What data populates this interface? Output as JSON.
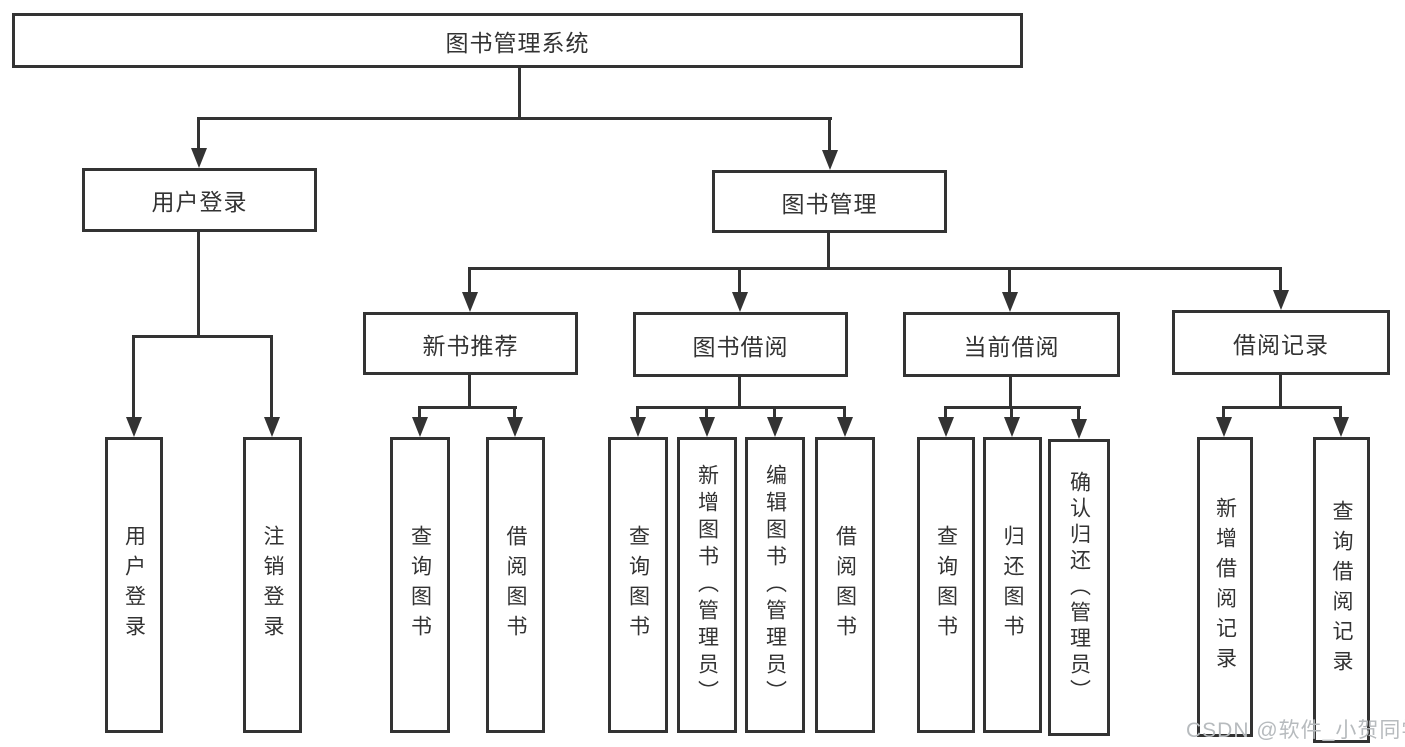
{
  "nodes": {
    "root": "图书管理系统",
    "userLogin": "用户登录",
    "bookMgmt": "图书管理",
    "newBookRec": "新书推荐",
    "bookBorrow": "图书借阅",
    "currentBorrow": "当前借阅",
    "borrowRecord": "借阅记录",
    "leafUserLogin": "用户登录",
    "leafLogout": "注销登录",
    "leafQueryBookRec": "查询图书",
    "leafBorrowBookRec": "借阅图书",
    "leafQueryBookBorrow": "查询图书",
    "leafAddBookAdmin": "新增图书（管理员）",
    "leafEditBookAdmin": "编辑图书（管理员）",
    "leafBorrowBookBorrow": "借阅图书",
    "leafQueryBookCurrent": "查询图书",
    "leafReturnBook": "归还图书",
    "leafConfirmReturnAdmin": "确认归还（管理员）",
    "leafAddBorrowRecord": "新增借阅记录",
    "leafQueryBorrowRecord": "查询借阅记录"
  },
  "watermark": "CSDN @软件_小贺同学",
  "colors": {
    "line": "#333333",
    "text": "#333333",
    "background": "#ffffff",
    "watermark": "#b7bbbe"
  }
}
